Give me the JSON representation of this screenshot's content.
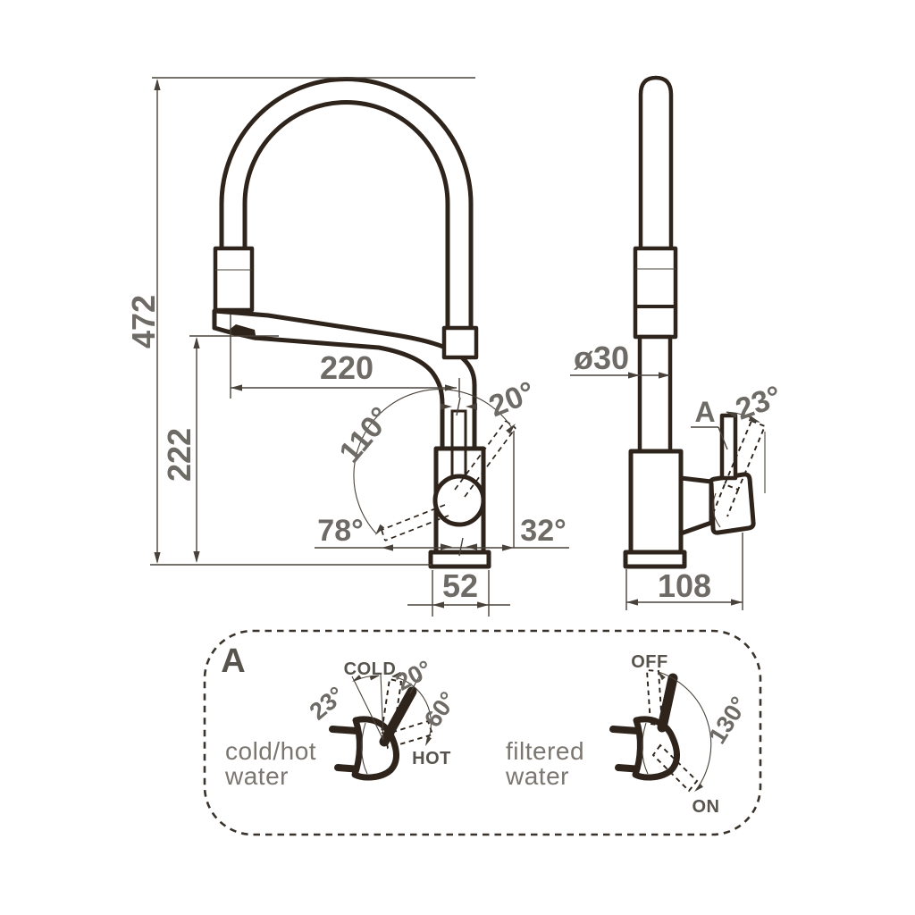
{
  "front_view": {
    "dim_total_height": "472",
    "dim_spout_height": "222",
    "dim_spout_reach": "220",
    "dim_base_width": "52",
    "angle_arc": "110°",
    "angle_lever_up": "20°",
    "angle_lever_down": "78°",
    "angle_lever_right": "32°"
  },
  "side_view": {
    "dim_diameter": "ø30",
    "detail_ref": "A",
    "angle_lever_back": "23°",
    "dim_depth": "108"
  },
  "detail_panel": {
    "label": "A",
    "left_diagram": {
      "caption_line1": "cold/hot",
      "caption_line2": "water",
      "angle_back": "23°",
      "pos_cold": "COLD",
      "angle_cold": "20°",
      "angle_hot": "60°",
      "pos_hot": "HOT"
    },
    "right_diagram": {
      "caption_line1": "filtered",
      "caption_line2": "water",
      "pos_off": "OFF",
      "angle_range": "130°",
      "pos_on": "ON"
    }
  },
  "colors": {
    "outline": "#2e241b",
    "dimension_text": "#6e6a65",
    "label_text": "#57534d",
    "caption_text": "#7b7670",
    "background": "#ffffff"
  }
}
